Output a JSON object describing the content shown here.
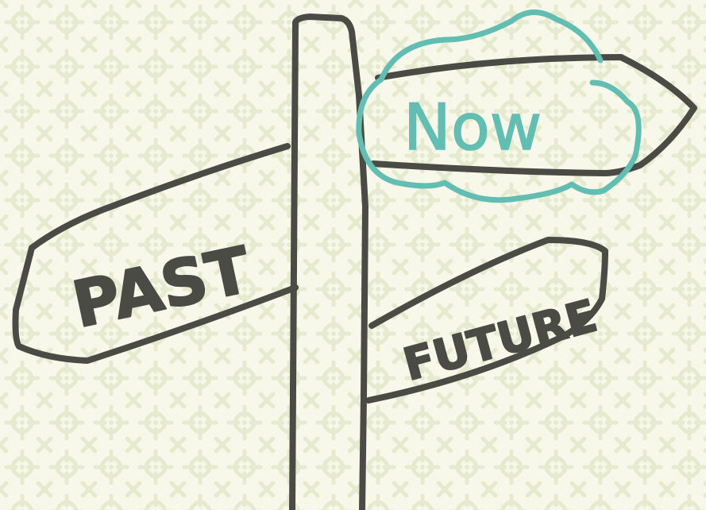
{
  "signs": {
    "past": "PAST",
    "now": "Now",
    "future": "FUTURE"
  },
  "colors": {
    "background": "#f7f8e9",
    "pattern": "#e6ebcf",
    "ink": "#4a4b45",
    "highlight": "#62bdb2"
  }
}
